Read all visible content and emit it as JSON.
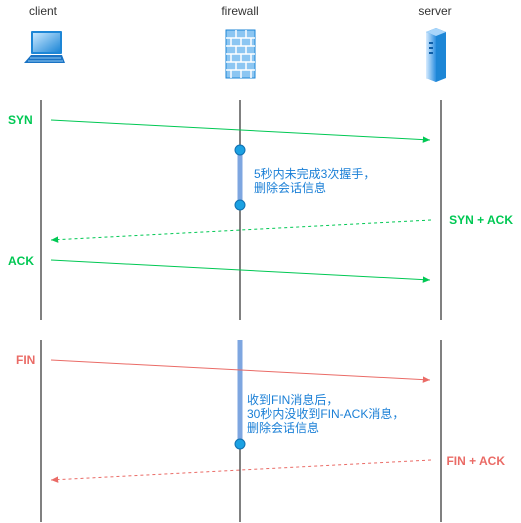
{
  "participants": {
    "client": "client",
    "firewall": "firewall",
    "server": "server"
  },
  "handshake": {
    "syn": "SYN",
    "syn_ack": "SYN + ACK",
    "ack": "ACK",
    "note_line1": "5秒内未完成3次握手，",
    "note_line2": "删除会话信息"
  },
  "teardown": {
    "fin": "FIN",
    "fin_ack": "FIN + ACK",
    "note_line1": "收到FIN消息后，",
    "note_line2": "30秒内没收到FIN-ACK消息，",
    "note_line3": "删除会话信息"
  },
  "colors": {
    "green": "#00c853",
    "red": "#ea6b66",
    "blue": "#1a7fd6",
    "timer_bar": "#7ea6e0",
    "dot": "#1ba1e2",
    "lifeline": "#000000"
  },
  "icons": {
    "client": "laptop-icon",
    "firewall": "firewall-icon",
    "server": "server-icon"
  }
}
